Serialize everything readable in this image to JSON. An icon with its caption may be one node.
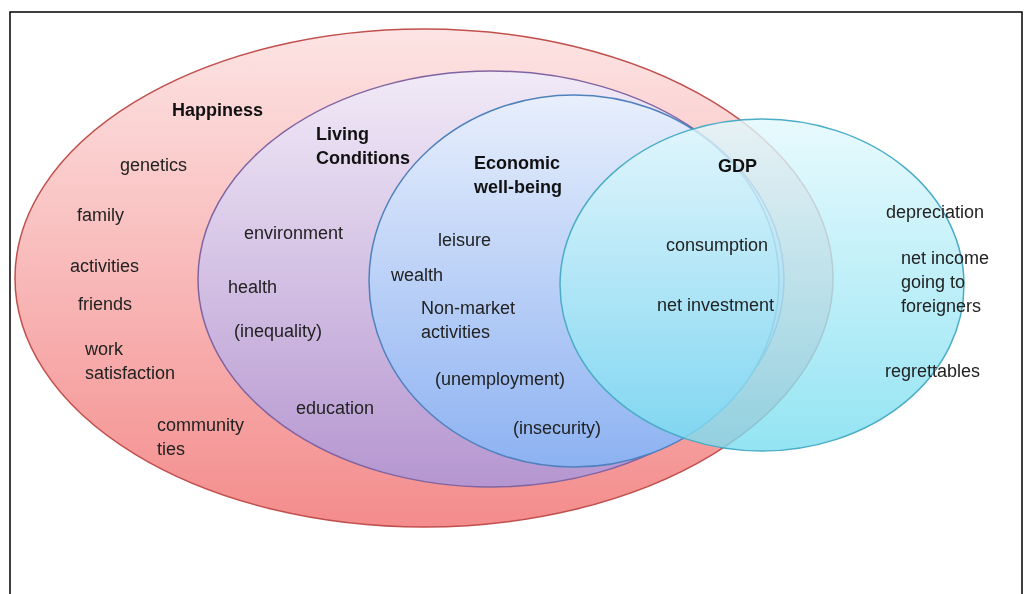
{
  "diagram": {
    "nodes": [
      {
        "text": [
          "Happiness",
          "genetics",
          "family",
          "activities",
          "friends",
          "work satisfaction",
          "community ties"
        ]
      },
      {
        "text": [
          "Living Conditions",
          "environment",
          "health",
          "(inequality)",
          "education"
        ],
        "in": 0
      },
      {
        "text": [
          "Economic well-being",
          "leisure",
          "wealth",
          "Non-market activities",
          "(unemployment)",
          "(insecurity)"
        ],
        "in": 1
      },
      {
        "text": [
          "GDP",
          "consumption",
          "net investment",
          "depreciation",
          "net income going to foreigners",
          "regrettables"
        ]
      }
    ],
    "edges": []
  }
}
